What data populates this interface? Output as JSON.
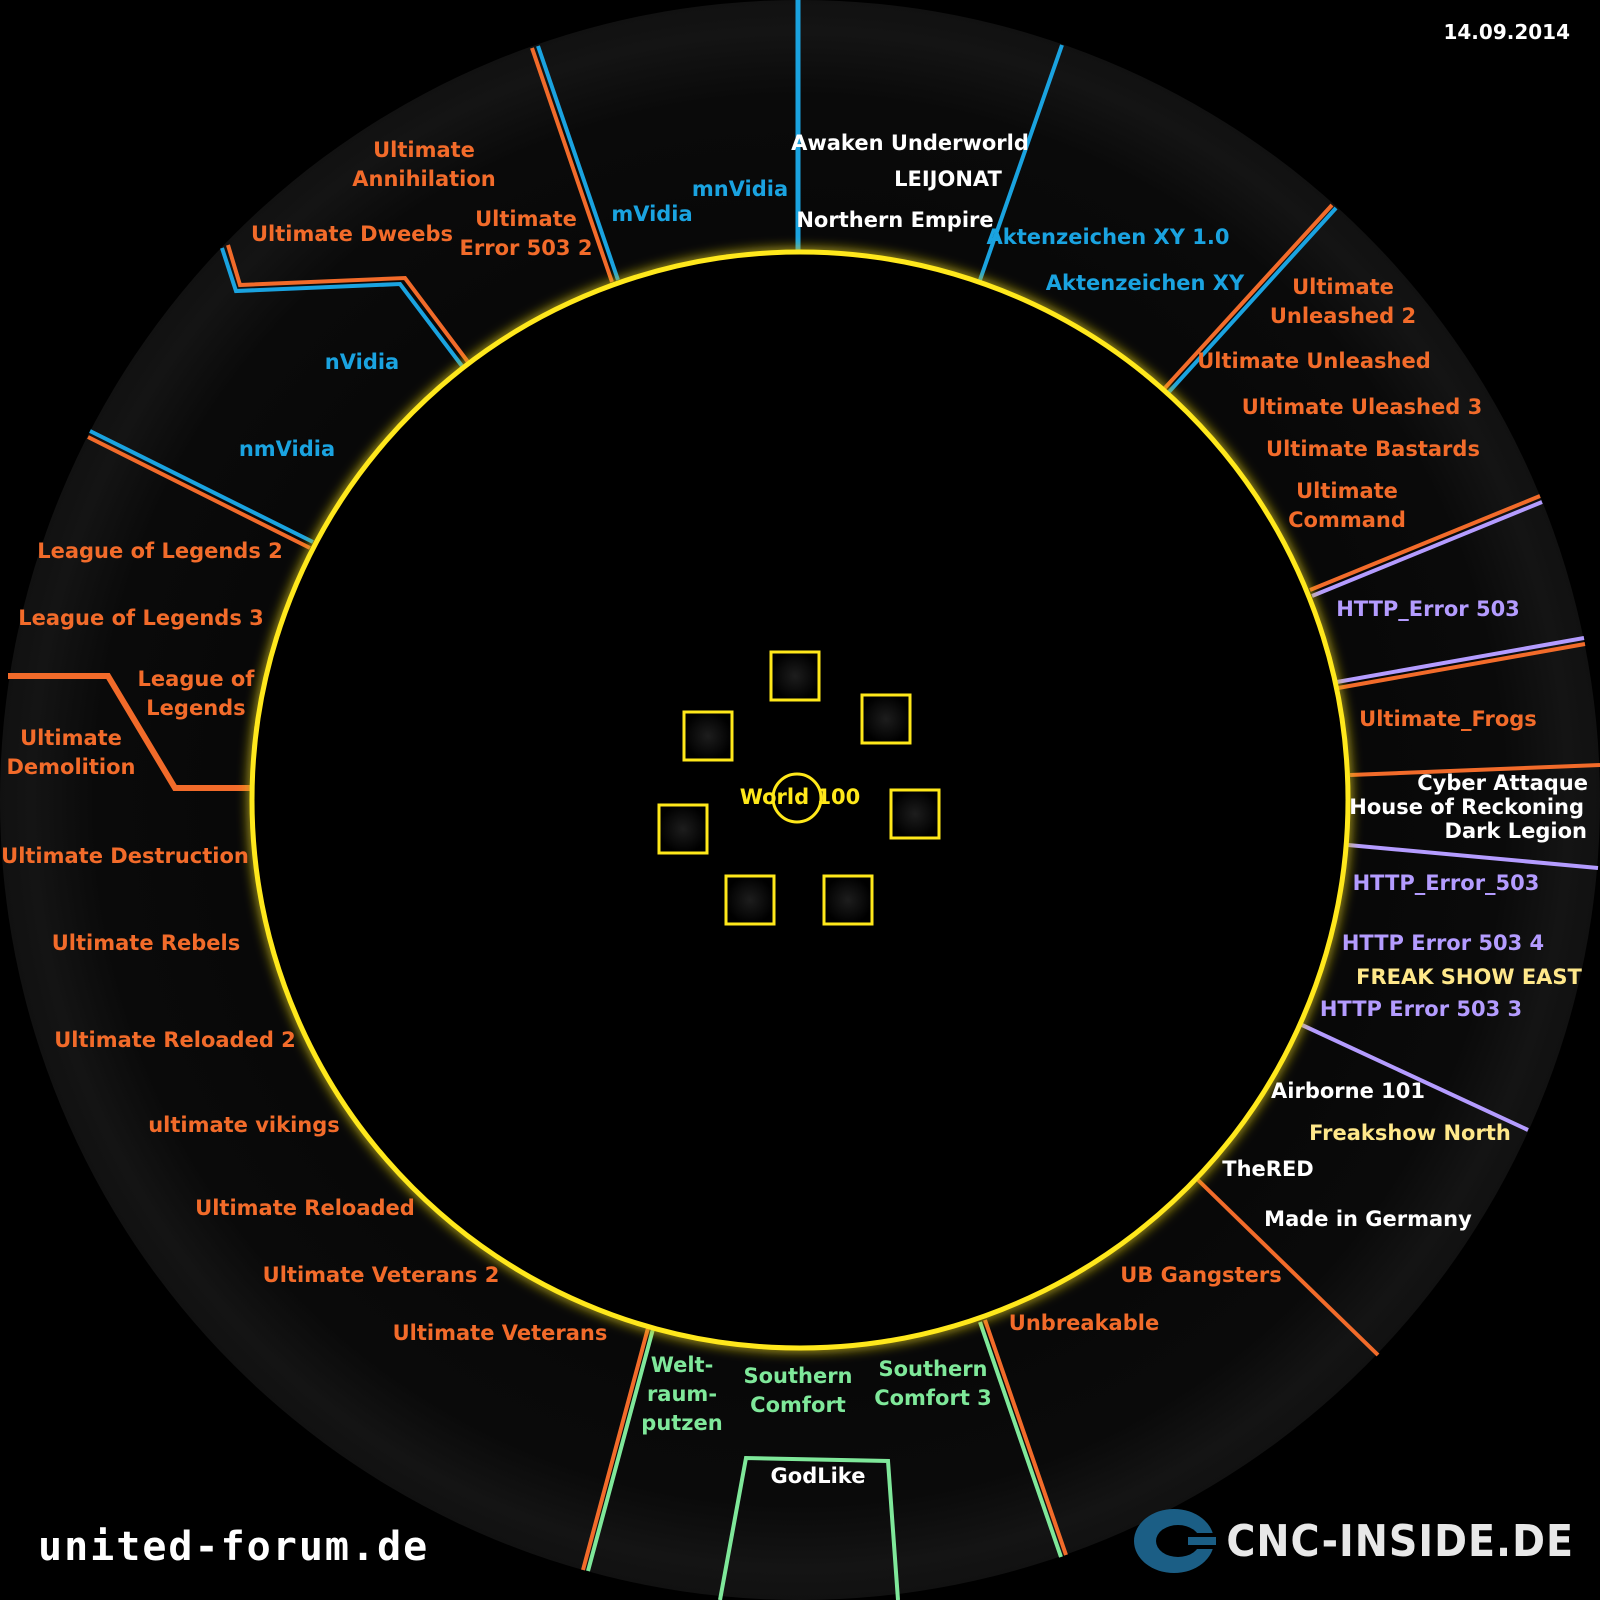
{
  "date": "14.09.2014",
  "center_label": "World 100",
  "brands": {
    "left": "united-forum.de",
    "right": "CNC-INSIDE.DE"
  },
  "colors": {
    "ring": "#ffe81a",
    "orange": "#f26b2a",
    "blue": "#1aa3e0",
    "purple": "#b49cff",
    "green": "#7fe89a",
    "white": "#ffffff",
    "yellow": "#ffe88a"
  },
  "alliances": [
    {
      "name": "Awaken Underworld",
      "color": "white"
    },
    {
      "name": "LEIJONAT",
      "color": "white"
    },
    {
      "name": "Northern Empire",
      "color": "white"
    },
    {
      "name": "Aktenzeichen XY 1.0",
      "color": "blue"
    },
    {
      "name": "Aktenzeichen XY",
      "color": "blue"
    },
    {
      "name": "Ultimate Unleashed 2",
      "color": "orange"
    },
    {
      "name": "Ultimate Unleashed",
      "color": "orange"
    },
    {
      "name": "Ultimate Uleashed 3",
      "color": "orange"
    },
    {
      "name": "Ultimate Bastards",
      "color": "orange"
    },
    {
      "name": "Ultimate Command",
      "color": "orange"
    },
    {
      "name": "HTTP_Error 503",
      "color": "purple"
    },
    {
      "name": "Ultimate_Frogs",
      "color": "orange"
    },
    {
      "name": "Cyber Attaque",
      "color": "white"
    },
    {
      "name": "House of Reckoning",
      "color": "white"
    },
    {
      "name": "Dark Legion",
      "color": "white"
    },
    {
      "name": "HTTP_Error_503",
      "color": "purple"
    },
    {
      "name": "HTTP Error 503 4",
      "color": "purple"
    },
    {
      "name": "FREAK SHOW EAST",
      "color": "yellow"
    },
    {
      "name": "HTTP Error 503 3",
      "color": "purple"
    },
    {
      "name": "Airborne 101",
      "color": "white"
    },
    {
      "name": "Freakshow North",
      "color": "yellow"
    },
    {
      "name": "TheRED",
      "color": "white"
    },
    {
      "name": "Made in Germany",
      "color": "white"
    },
    {
      "name": "UB Gangsters",
      "color": "orange"
    },
    {
      "name": "Unbreakable",
      "color": "orange"
    },
    {
      "name": "Southern Comfort 3",
      "color": "green"
    },
    {
      "name": "Southern Comfort",
      "color": "green"
    },
    {
      "name": "Welt-raum-putzen",
      "color": "green"
    },
    {
      "name": "GodLike",
      "color": "white"
    },
    {
      "name": "Ultimate Veterans",
      "color": "orange"
    },
    {
      "name": "Ultimate Veterans 2",
      "color": "orange"
    },
    {
      "name": "Ultimate Reloaded",
      "color": "orange"
    },
    {
      "name": "ultimate vikings",
      "color": "orange"
    },
    {
      "name": "Ultimate Reloaded 2",
      "color": "orange"
    },
    {
      "name": "Ultimate Rebels",
      "color": "orange"
    },
    {
      "name": "Ultimate Destruction",
      "color": "orange"
    },
    {
      "name": "Ultimate Demolition",
      "color": "orange"
    },
    {
      "name": "League of Legends",
      "color": "orange"
    },
    {
      "name": "League of Legends 3",
      "color": "orange"
    },
    {
      "name": "League of Legends 2",
      "color": "orange"
    },
    {
      "name": "nmVidia",
      "color": "blue"
    },
    {
      "name": "nVidia",
      "color": "blue"
    },
    {
      "name": "Ultimate Dweebs",
      "color": "orange"
    },
    {
      "name": "Ultimate Annihilation",
      "color": "orange"
    },
    {
      "name": "Ultimate Error 503 2",
      "color": "orange"
    },
    {
      "name": "mVidia",
      "color": "blue"
    },
    {
      "name": "mnVidia",
      "color": "blue"
    }
  ]
}
